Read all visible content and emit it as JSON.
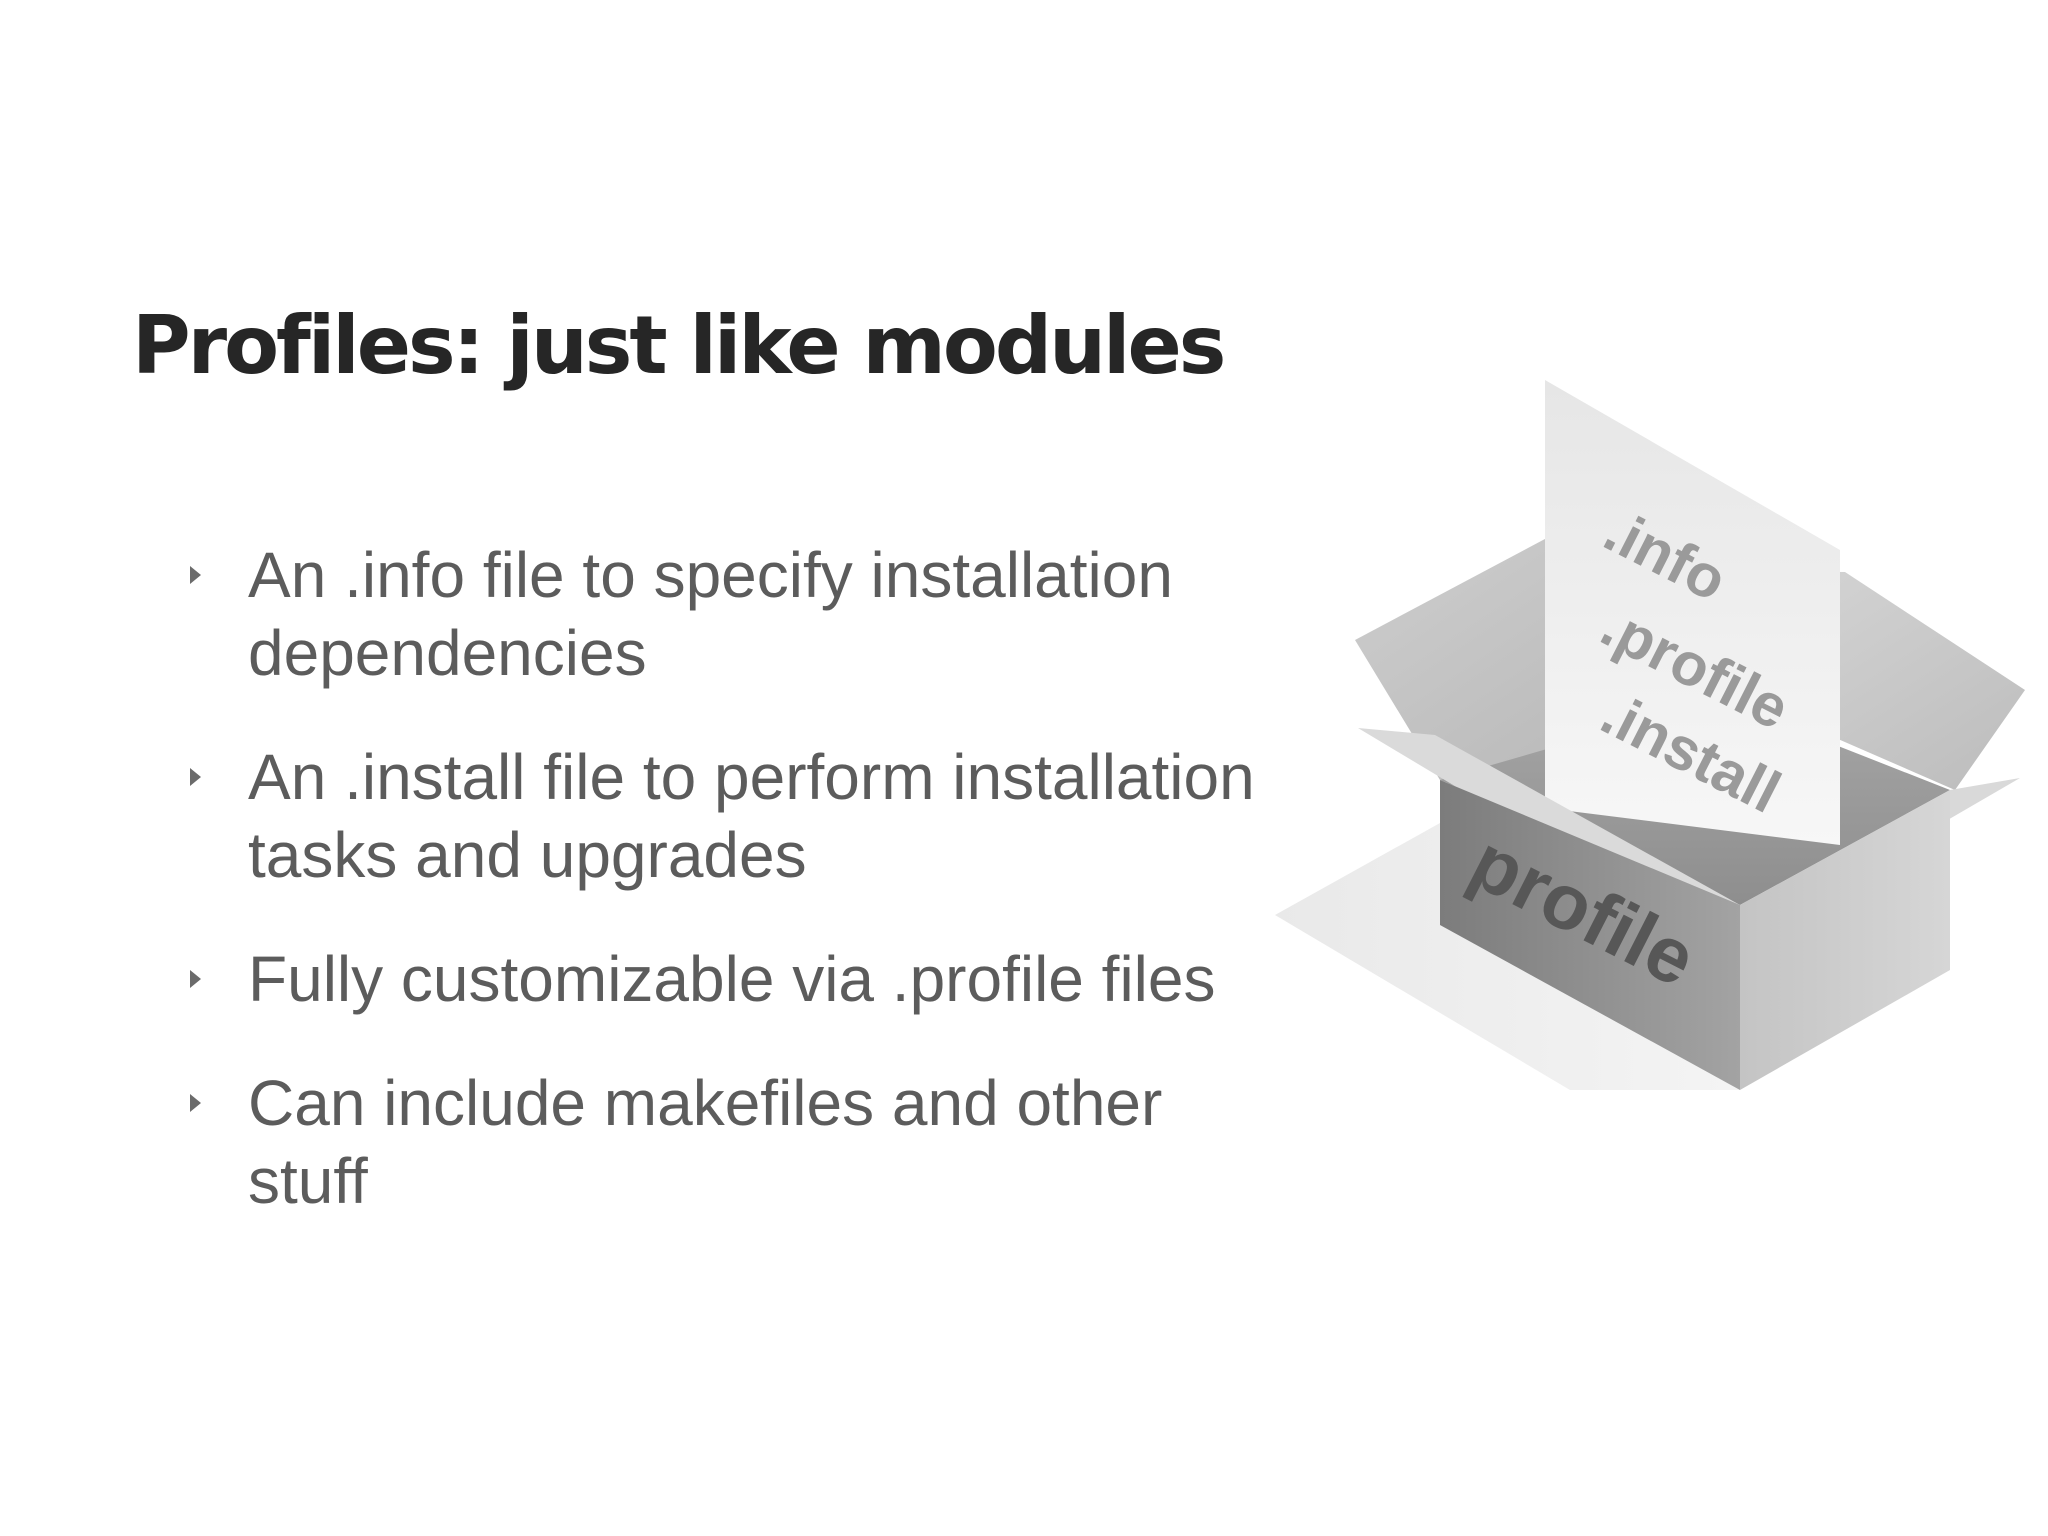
{
  "slide": {
    "title": "Profiles: just like modules",
    "bullets": [
      "An .info file to specify installation dependencies",
      "An .install file to perform installation tasks and upgrades",
      "Fully customizable via .profile files",
      "Can include makefiles and other stuff"
    ]
  },
  "illustration": {
    "box_label": "profile",
    "sheet_lines": [
      ".info",
      ".profile",
      ".install"
    ]
  },
  "colors": {
    "title": "#262626",
    "body_text": "#5c5c5c",
    "bullet_marker": "#6b6b6b",
    "background": "#ffffff"
  }
}
